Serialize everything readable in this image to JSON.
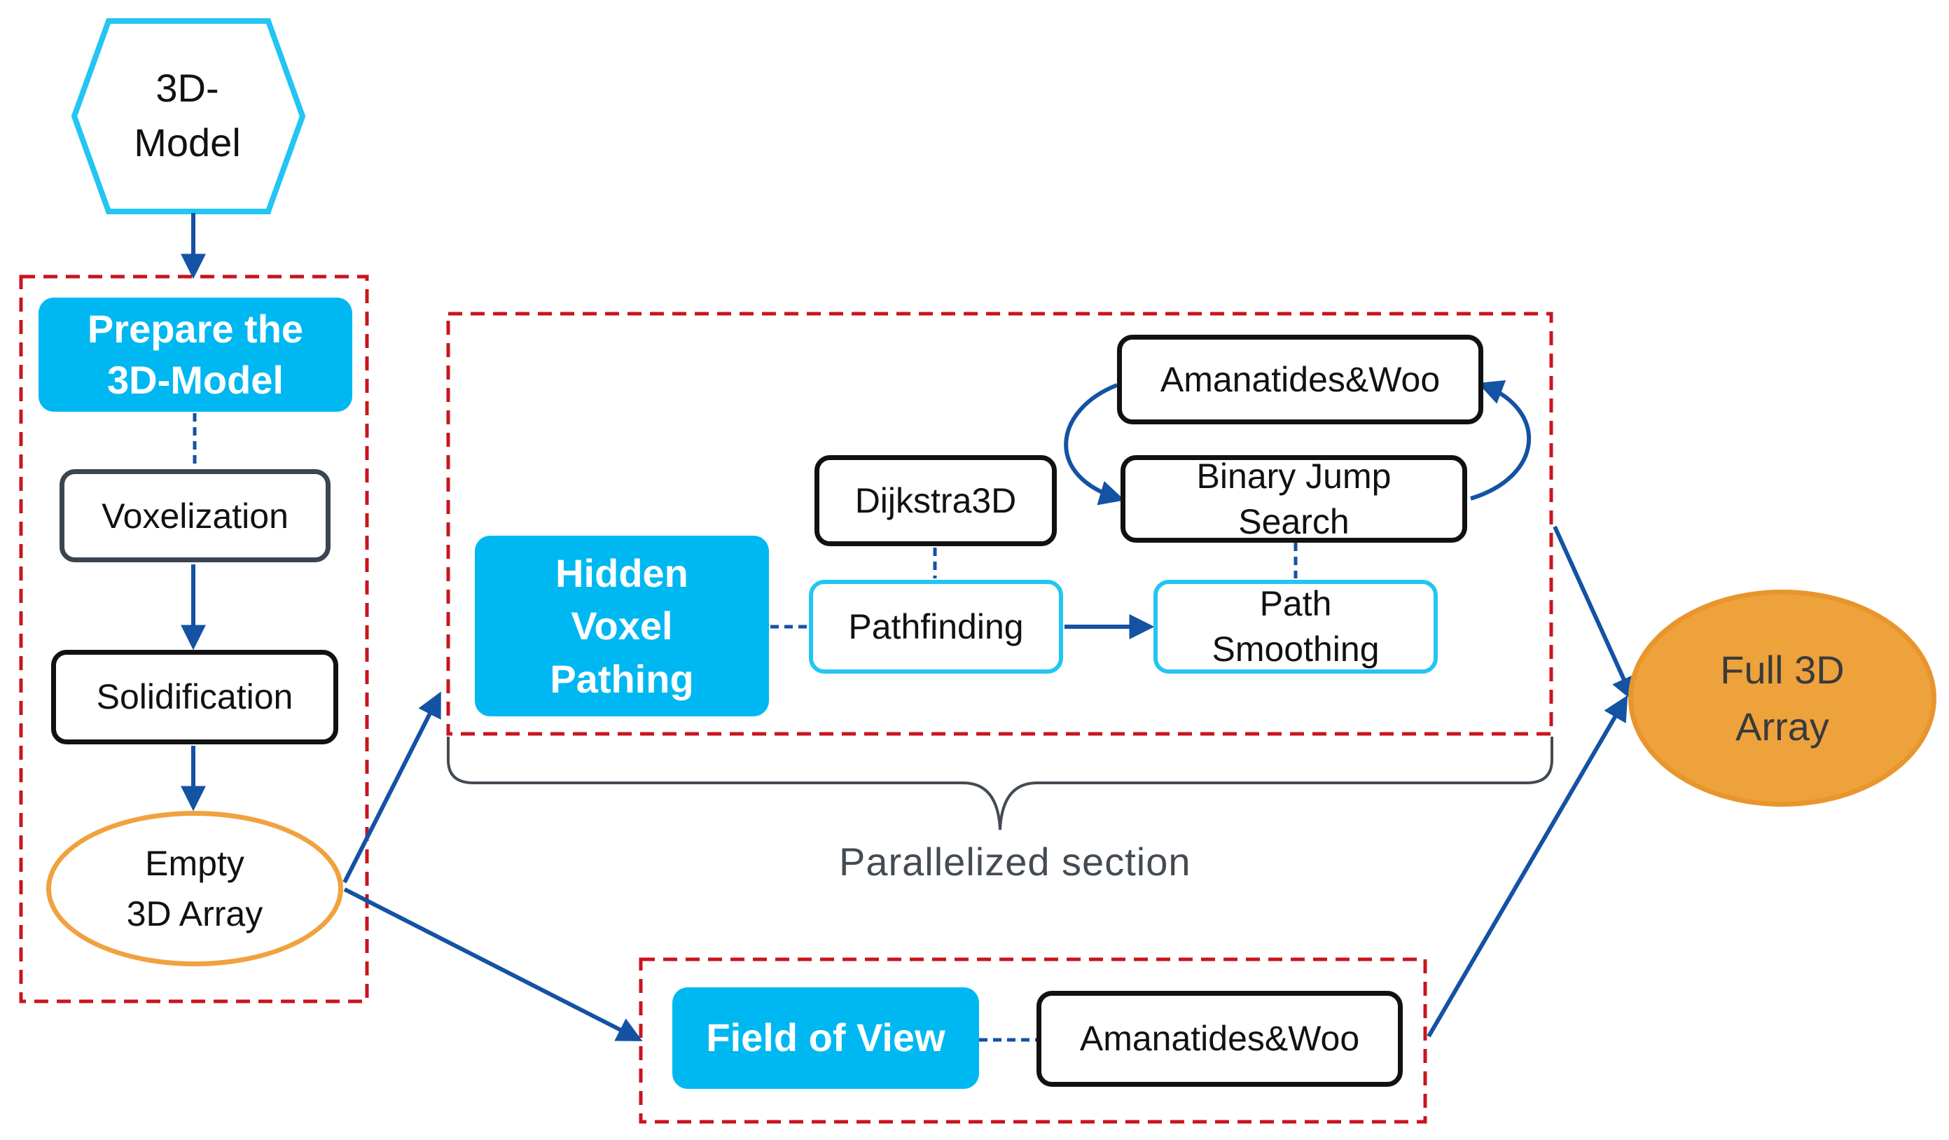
{
  "diagram": {
    "nodes": {
      "model": "3D-\nModel",
      "prepare": "Prepare the\n3D-Model",
      "voxelization": "Voxelization",
      "solidification": "Solidification",
      "empty_array": "Empty\n3D Array",
      "hidden_pathing": "Hidden\nVoxel\nPathing",
      "pathfinding": "Pathfinding",
      "dijkstra": "Dijkstra3D",
      "path_smoothing": "Path\nSmoothing",
      "binary_jump": "Binary Jump\nSearch",
      "amanatides_top": "Amanatides&Woo",
      "field_of_view": "Field of View",
      "amanatides_bottom": "Amanatides&Woo",
      "full_array": "Full 3D\nArray"
    },
    "parallel_label": "Parallelized section",
    "colors": {
      "flow_arrow": "#1452a3",
      "group_border": "#c9141e",
      "process_fill": "#00b8f1",
      "start_outline": "#22c5f3",
      "array_outline": "#f0a23e",
      "result_fill": "#eea23c"
    }
  }
}
